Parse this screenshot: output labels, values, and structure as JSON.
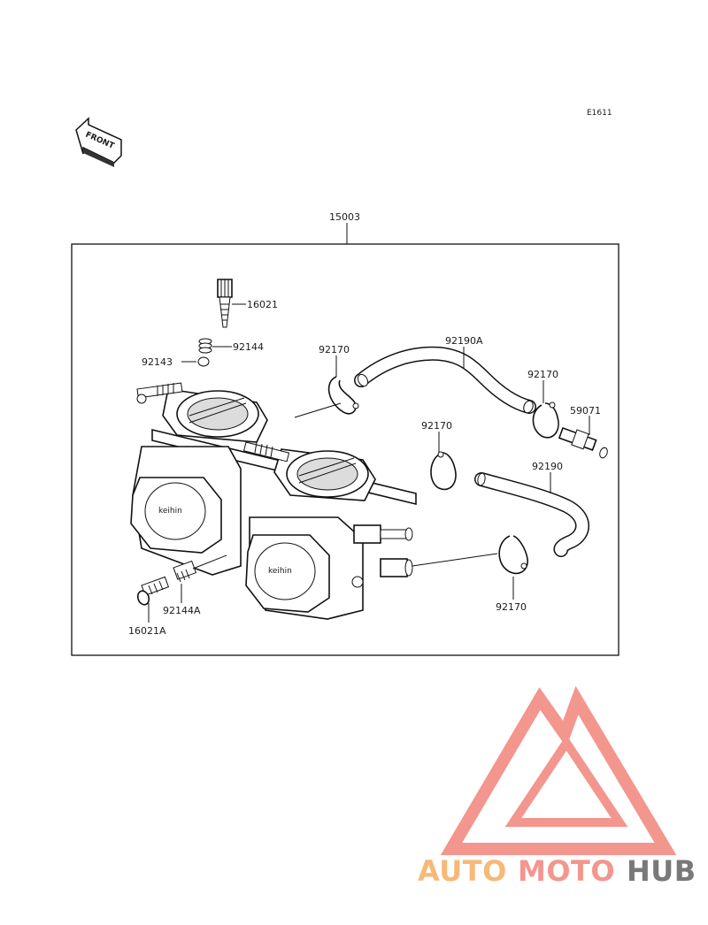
{
  "diagram": {
    "code": "E1611",
    "front_label": "FRONT",
    "callouts": {
      "assembly": "15003",
      "screw_top": "16021",
      "spring_top": "92144",
      "washer": "92143",
      "clip_1": "92170",
      "hose_a": "92190A",
      "clip_2": "92170",
      "fitting": "59071",
      "clip_3": "92170",
      "hose_b": "92190",
      "clip_4": "92170",
      "spring_bottom": "92144A",
      "screw_bottom": "16021A"
    }
  },
  "watermark": {
    "text_part1": "AUTO",
    "text_part2": "MOTO",
    "text_part3": "HUB",
    "color1": "#f6b26b",
    "color2": "#f28b82",
    "color3": "#6b6b6b",
    "logo_color": "#f28b82"
  }
}
